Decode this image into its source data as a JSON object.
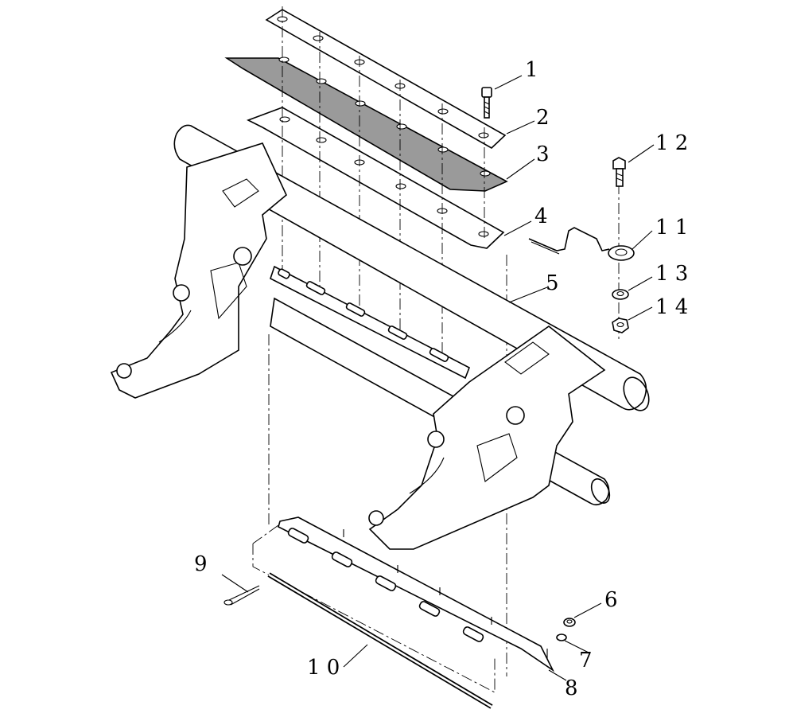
{
  "diagram": {
    "callouts": [
      {
        "id": "1",
        "text": "1"
      },
      {
        "id": "2",
        "text": "2"
      },
      {
        "id": "3",
        "text": "3"
      },
      {
        "id": "4",
        "text": "4"
      },
      {
        "id": "5",
        "text": "5"
      },
      {
        "id": "6",
        "text": "6"
      },
      {
        "id": "7",
        "text": "7"
      },
      {
        "id": "8",
        "text": "8"
      },
      {
        "id": "9",
        "text": "9"
      },
      {
        "id": "10",
        "text": "1 0"
      },
      {
        "id": "11",
        "text": "1 1"
      },
      {
        "id": "12",
        "text": "1 2"
      },
      {
        "id": "13",
        "text": "1 3"
      },
      {
        "id": "14",
        "text": "1 4"
      }
    ]
  }
}
